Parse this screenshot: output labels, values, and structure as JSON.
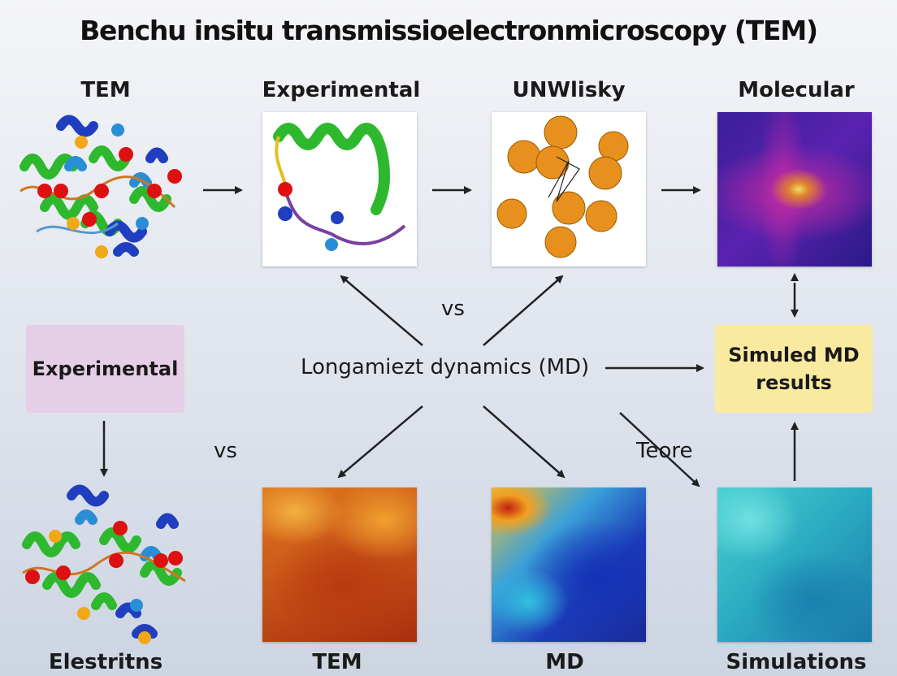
{
  "title": "Benchu insitu transmissioelectronmicroscopy (TEM)",
  "top_labels": [
    "TEM",
    "Experimental",
    "UNWlisky",
    "Molecular"
  ],
  "bottom_labels": [
    "Elestritns",
    "TEM",
    "MD",
    "Simulations"
  ],
  "center_text": "Longamiezt dynamics (MD)",
  "vs_top": "vs",
  "vs_left": "vs",
  "teore": "Teore",
  "left_box": "Experimental",
  "right_box": "Simuled MD results",
  "colors": {
    "left_box_bg": "#e6cfe6",
    "right_box_bg": "#faeaa0",
    "arrow": "#222222",
    "helix_green": "#2eb82e",
    "sphere_orange": "#e8901e"
  }
}
